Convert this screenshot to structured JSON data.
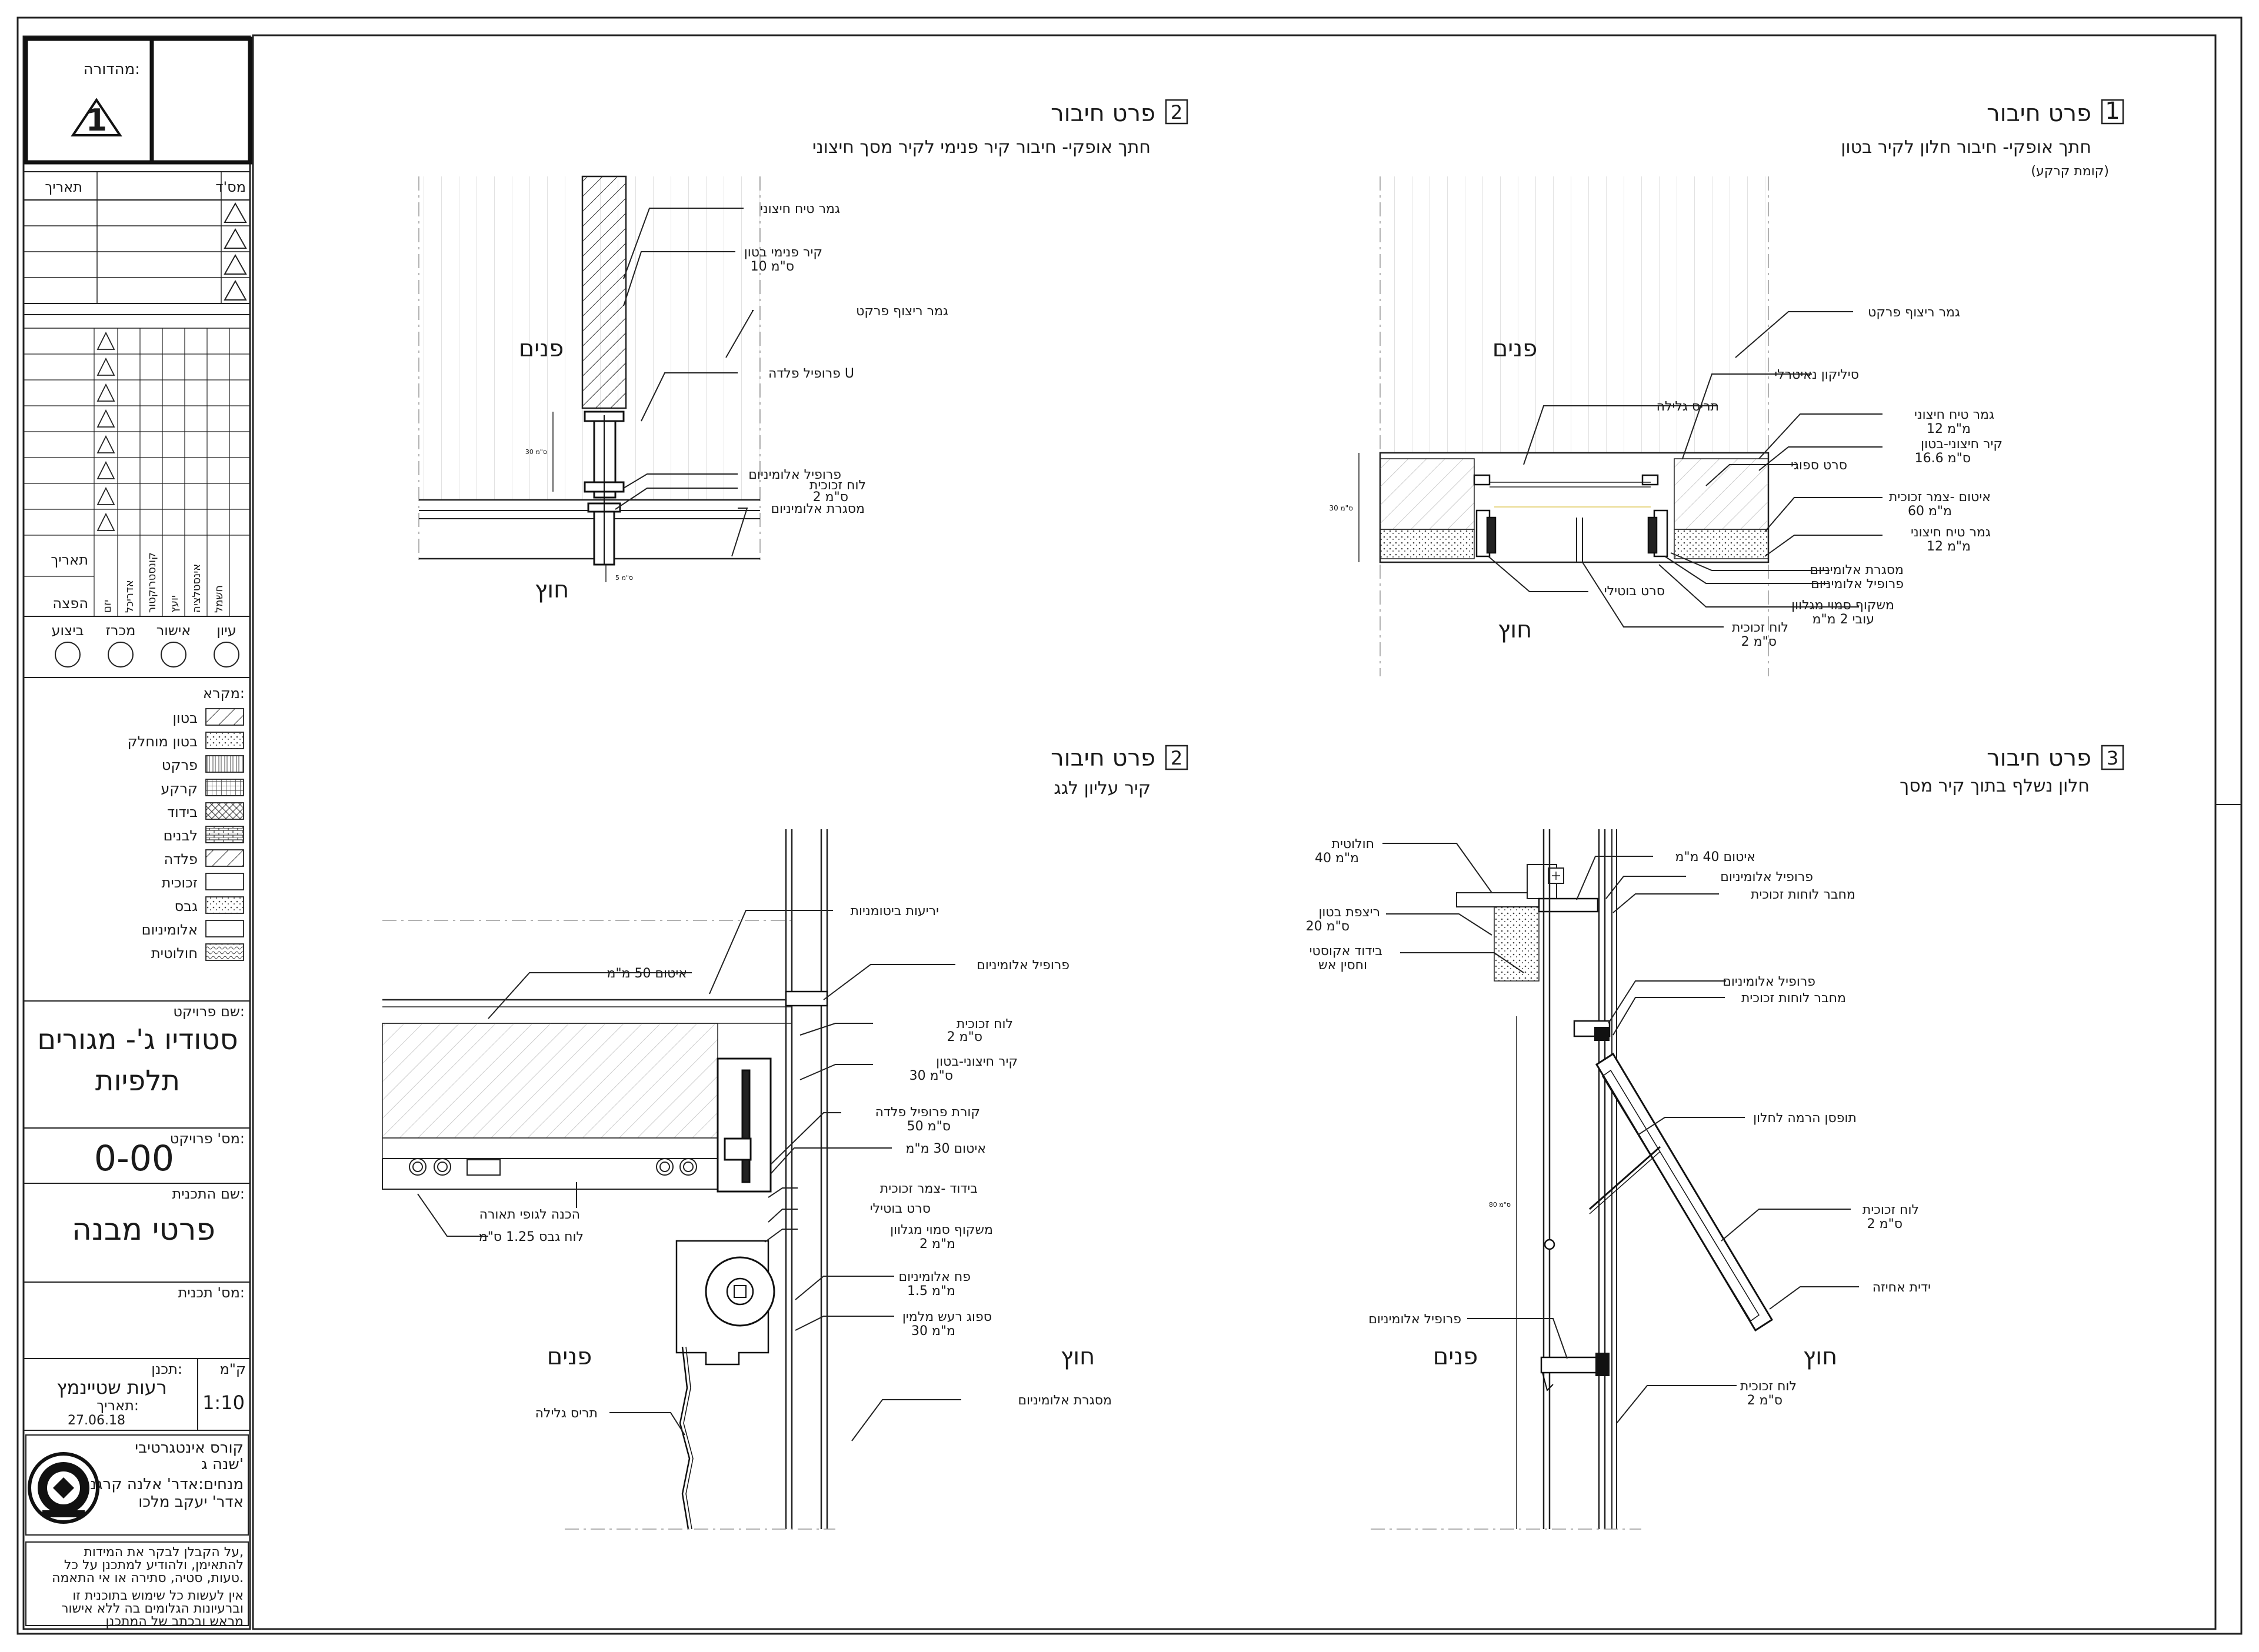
{
  "revision": {
    "label": "מהדורה:",
    "number": "1"
  },
  "rev_table": {
    "col_no": "מס'ד",
    "col_date": "תאריך"
  },
  "dist_table": {
    "col_date": "תאריך",
    "col_dist": "הפצה",
    "cols": [
      "יזם",
      "אדריכל",
      "קונסטרוקטור",
      "יועץ",
      "אינסטלציה",
      "חשמל"
    ]
  },
  "status": {
    "items": [
      "עיון",
      "אישור",
      "מכרז",
      "ביצוע"
    ]
  },
  "legend": {
    "title": "מקרא:",
    "items": [
      "בטון",
      "בטון מוחלק",
      "פרקט",
      "קרקע",
      "בידוד",
      "לבנים",
      "פלדה",
      "זכוכית",
      "גבס",
      "אלומיניום",
      "חולוטית"
    ]
  },
  "project": {
    "name_label": "שם פרויקט:",
    "name_line1": "סטודיו ג'- מגורים",
    "name_line2": "תלפיות",
    "num_label": "מס' פרויקט:",
    "num": "0-00",
    "plan_name_label": "שם התכנית:",
    "plan_name": "פרטי מבנה",
    "plan_num_label": "מס' תכנית:",
    "designer_label": "תכנן:",
    "designer": "רעות שטיינמץ",
    "scale_label": "ק\"מ",
    "scale": "1:10",
    "date_label": "תאריך:",
    "date": "27.06.18"
  },
  "course": {
    "line1": "קורס אינטגרטיבי",
    "line2": "שנה ג'",
    "line3": "מנחים:אדר' אלנה קרגנ",
    "line4": "אדר' יעקב מלכו"
  },
  "notes": {
    "p1_l1": "על הקבלן לבקר את המידות,",
    "p1_l2": "להתאימן, ולהודיע למתכנן על כל",
    "p1_l3": "טעות, סטיה, סתירה או אי התאמה.",
    "p2_l1": "אין לעשות כל שימוש בתוכנית זו",
    "p2_l2": "וברעיונות הגלומים בה ללא אישור",
    "p2_l3": "מראש ובכתב של המתכנן"
  },
  "details": {
    "d1": {
      "num": "1",
      "title": "פרט חיבור",
      "subtitle": "חתך אופקי- חיבור חלון לקיר בטון",
      "subtitle2": "(קומת קרקע)",
      "inside": "פנים",
      "outside": "חוץ",
      "labels": {
        "a": "גמר ריצוף פרקט",
        "b": "סיליקון נאיטרלי",
        "c": "תריס גלילה",
        "d1": "גמר טיח חיצוני",
        "d2": "12 מ\"מ",
        "e1": "קיר חיצוני-בטון",
        "e2": "16.6 ס\"מ",
        "f": "סרט ספוגי",
        "g1": "איטום -צמר זכוכית",
        "g2": "60 מ\"מ",
        "h1": "גמר טיח חיצוני",
        "h2": "12 מ\"מ",
        "i": "מסגרת אלומיניום",
        "j": "פרופיל אלומיניום",
        "k1": "משקוף סמוי מגלוון",
        "k2": "עובי 2 מ\"מ",
        "l": "סרט בוטילי",
        "m1": "לוח זכוכית",
        "m2": "2 ס\"מ"
      }
    },
    "d2": {
      "num": "2",
      "title": "פרט חיבור",
      "subtitle": "חתך אופקי- חיבור קיר פנימי לקיר מסך חיצוני",
      "inside": "פנים",
      "outside": "חוץ",
      "labels": {
        "a": "גמר טיח חיצוני",
        "b1": "קיר פנימי בטון",
        "b2": "10 ס\"מ",
        "c": "גמר ריצוף פרקט",
        "d": "פרופיל פלדה U",
        "e": "פרופיל אלומיניום",
        "f1": "לוח זכוכית",
        "f2": "2 ס\"מ",
        "g": "מסגרת אלומיניום"
      }
    },
    "d3": {
      "num": "2",
      "title": "פרט חיבור",
      "subtitle": "קיר עליון לגג",
      "inside": "פנים",
      "outside": "חוץ",
      "labels": {
        "a": "יריעות ביטומניות",
        "b": "איטום 50 מ\"מ",
        "c": "פרופיל אלומיניום",
        "d1": "לוח זכוכית",
        "d2": "2 ס\"מ",
        "e1": "קיר חיצוני-בטון",
        "e2": "30 ס\"מ",
        "f1": "קורת פרופיל פלדה",
        "f2": "50 ס\"מ",
        "g": "איטום 30 מ\"מ",
        "h": "בידוד -צמר זכוכית",
        "i": "סרט בוטילי",
        "j1": "משקוף סמוי מגלוון",
        "j2": "2 מ\"מ",
        "k1": "פח אלומיניום",
        "k2": "1.5 מ\"מ",
        "l1": "ספוג רעש מלמין",
        "l2": "30 מ\"מ",
        "m": "מסגרת אלומיניום",
        "n": "הכנה לגופי תאורה",
        "o": "לוח גבס 1.25 ס\"מ",
        "p": "תריס גלילה"
      }
    },
    "d4": {
      "num": "3",
      "title": "פרט חיבור",
      "subtitle": "חלון נשלף בתוך קיר מסך",
      "inside": "פנים",
      "outside": "חוץ",
      "labels": {
        "a1": "חולוטית",
        "a2": "40 מ\"מ",
        "b": "איטום 40 מ\"מ",
        "c": "פרופיל אלומיניום",
        "d": "מחבר לוחות זכוכית",
        "e1": "ריצפת בטון",
        "e2": "20 ס\"מ",
        "f1": "בידוד אקוסטי",
        "f2": "וחסין אש",
        "g": "פרופיל אלומיניום",
        "h": "מחבר לוחות זכוכית",
        "i": "תופסן הרמה לחלון",
        "j1": "לוח זכוכית",
        "j2": "2 ס\"מ",
        "k": "ידית אחיזה",
        "l": "פרופיל אלומיניום",
        "m1": "לוח זכוכית",
        "m2": "2 ס\"מ"
      }
    }
  }
}
